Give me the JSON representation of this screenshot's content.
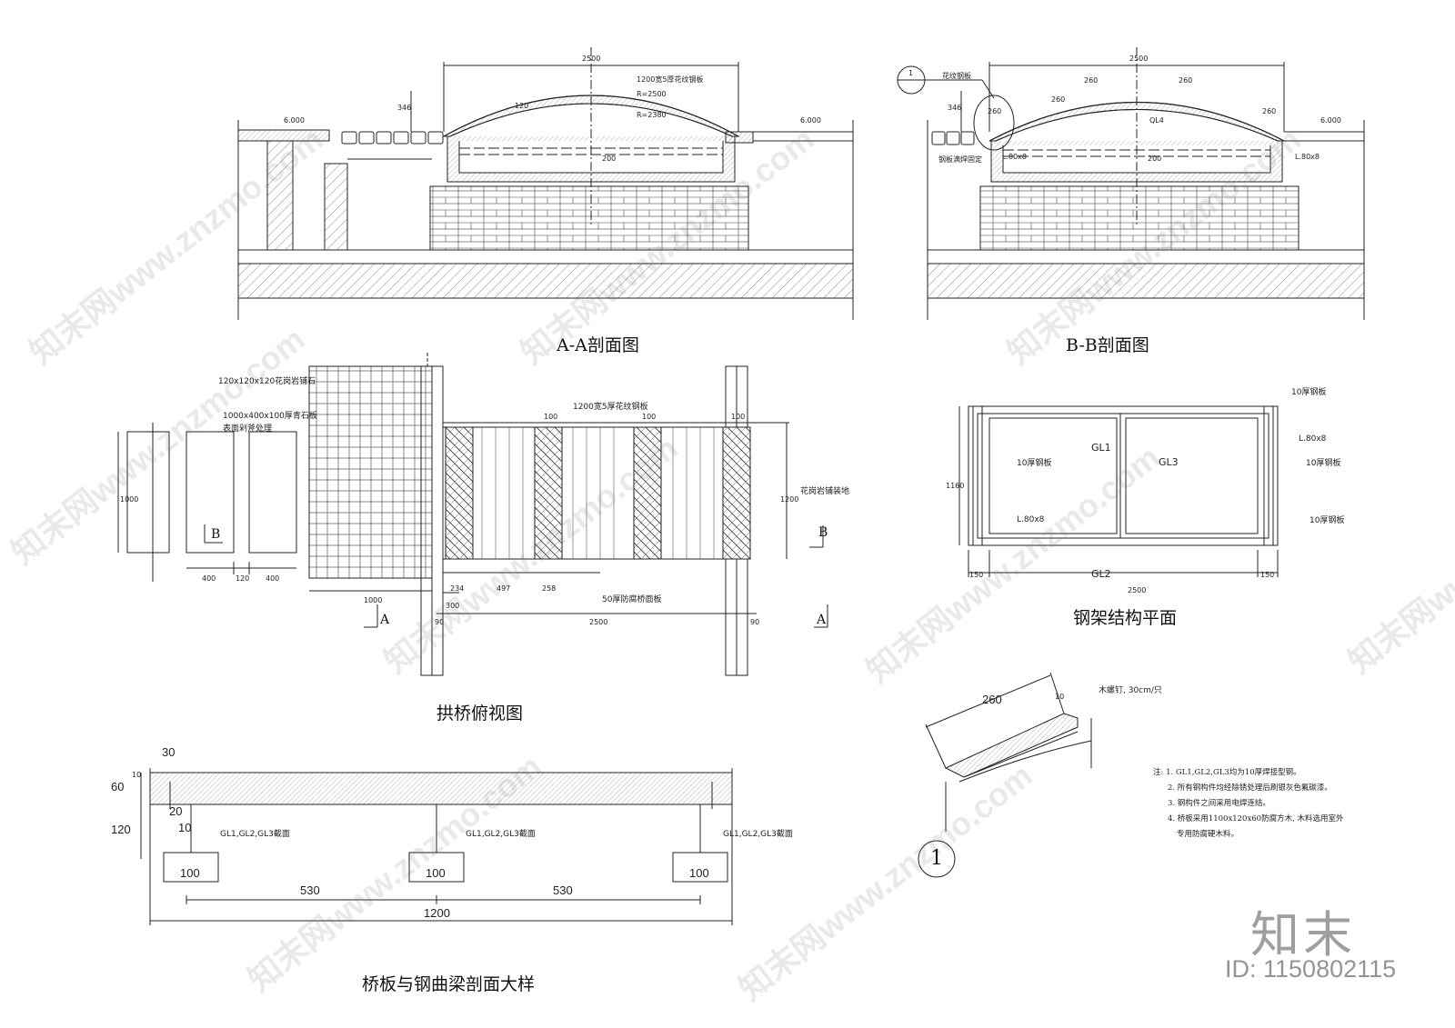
{
  "titles": {
    "section_aa": "A-A剖面图",
    "section_bb": "B-B剖面图",
    "plan_view": "拱桥俯视图",
    "steel_frame": "钢架结构平面",
    "detail_section": "桥板与钢曲梁剖面大样"
  },
  "aa_section": {
    "dim_top": "2500",
    "plate_label": "1200宽5厚花纹钢板",
    "r1": "R=2500",
    "r2": "R=2380",
    "level_left": "6.000",
    "level_right": "6.000",
    "dim_346": "346",
    "dim_120": "120",
    "dim_200": "200"
  },
  "bb_section": {
    "dim_top": "2500",
    "callout_num": "1",
    "callout_label": "花纹钢板",
    "d260a": "260",
    "d260b": "260",
    "d260c": "260",
    "d260d": "260",
    "d260e": "260",
    "ql4": "QL4",
    "level": "6.000",
    "angle_left": "L.80x8",
    "angle_right": "L.80x8",
    "dim_346": "346",
    "dim_200": "200",
    "note_left": "钢板满焊固定"
  },
  "plan": {
    "granite": "120x120x120花岗岩铺石",
    "slab": "1000x400x100厚青石板",
    "slab2": "表面剁斧处理",
    "plate": "1200宽5厚花纹钢板",
    "wood": "50厚防腐桥面板",
    "paving": "花岗岩铺装地",
    "d100a": "100",
    "d100b": "100",
    "d100c": "100",
    "d1200": "1200",
    "d1000v": "1000",
    "d400a": "400",
    "d120": "120",
    "d400b": "400",
    "d1000h": "1000",
    "d234": "234",
    "d497": "497",
    "d258": "258",
    "d300": "300",
    "d90a": "90",
    "d2500": "2500",
    "d90b": "90",
    "cut_a": "A",
    "cut_b": "B"
  },
  "frame": {
    "top_label": "10厚钢板",
    "gl1": "GL1",
    "gl2": "GL2",
    "gl3": "GL3",
    "l80_1": "L.80x8",
    "l80_2": "L.80x8",
    "plate_l": "10厚钢板",
    "plate_r1": "10厚钢板",
    "plate_r2": "10厚钢板",
    "d1160": "1160",
    "d150a": "150",
    "d150b": "150",
    "d2500": "2500"
  },
  "detail1": {
    "d260": "260",
    "d10": "10",
    "screw": "木螺钉, 30cm/只",
    "num": "1"
  },
  "notes": [
    "注: 1. GL1,GL2,GL3均为10厚焊接型钢。",
    "2. 所有钢构件均经除锈处理后刷银灰色氟碳漆。",
    "3. 钢构件之间采用电焊连结。",
    "4. 桥板采用1100x120x60防腐方木, 木料选用室外",
    "专用防腐硬木料。"
  ],
  "detail_section": {
    "d30": "30",
    "d10a": "10",
    "d60": "60",
    "d20": "20",
    "d120": "120",
    "d10b": "10",
    "sec1": "GL1,GL2,GL3截面",
    "sec2": "GL1,GL2,GL3截面",
    "sec3": "GL1,GL2,GL3截面",
    "d100a": "100",
    "d100b": "100",
    "d100c": "100",
    "d530a": "530",
    "d530b": "530",
    "d1200": "1200"
  },
  "watermark": {
    "text": "知末网www.znzmo.com",
    "brand": "知末",
    "id": "ID: 1150802115"
  }
}
